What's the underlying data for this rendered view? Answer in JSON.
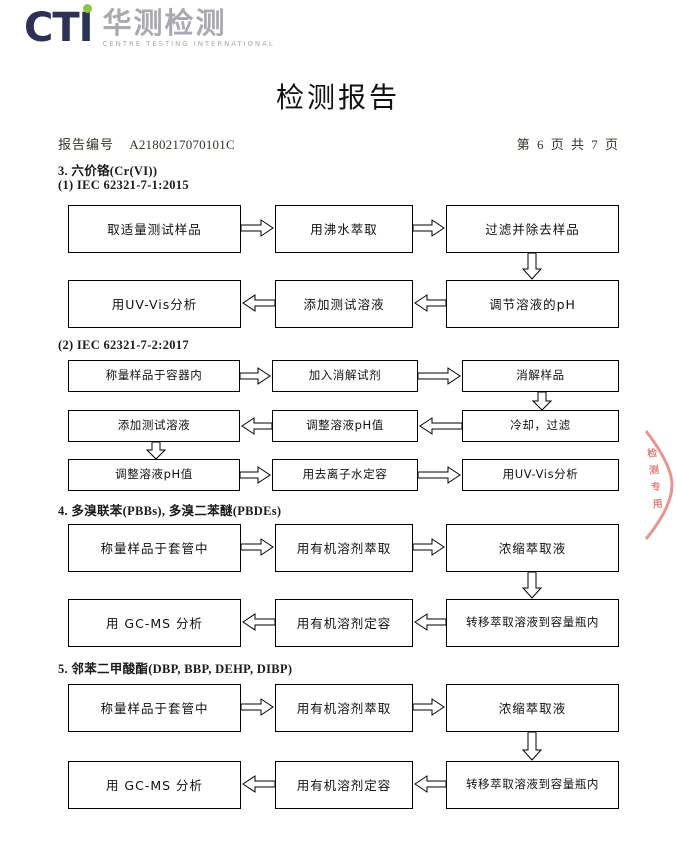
{
  "logo": {
    "latin": "CTI",
    "chinese": "华测检测",
    "english": "CENTRE TESTING INTERNATIONAL",
    "navy": "#2b3255",
    "green": "#8cc63e",
    "gray": "#a9a9b0"
  },
  "document": {
    "title": "检测报告",
    "report_label": "报告编号",
    "report_number": "A2180217070101C",
    "page_indicator": "第 6 页  共 7 页"
  },
  "seal": {
    "characters": "检测专用"
  },
  "sections": [
    {
      "id": "sec3",
      "heading": "3. 六价铬(Cr(VI))",
      "subheading": "(1) IEC 62321-7-1:2015",
      "boxes": [
        "取适量测试样品",
        "用沸水萃取",
        "过滤并除去样品",
        "调节溶液的pH",
        "添加测试溶液",
        "用UV-Vis分析"
      ]
    },
    {
      "id": "sec3b",
      "heading": "",
      "subheading": "(2) IEC 62321-7-2:2017",
      "boxes": [
        "称量样品于容器内",
        "加入消解试剂",
        "消解样品",
        "冷却，过滤",
        "调整溶液pH值",
        "添加测试溶液",
        "调整溶液pH值",
        "用去离子水定容",
        "用UV-Vis分析"
      ]
    },
    {
      "id": "sec4",
      "heading": "4. 多溴联苯(PBBs), 多溴二苯醚(PBDEs)",
      "subheading": "",
      "boxes": [
        "称量样品于套管中",
        "用有机溶剂萃取",
        "浓缩萃取液",
        "转移萃取溶液到容量瓶内",
        "用有机溶剂定容",
        "用 GC-MS 分析"
      ]
    },
    {
      "id": "sec5",
      "heading": "5. 邻苯二甲酸酯(DBP, BBP, DEHP, DIBP)",
      "subheading": "",
      "boxes": [
        "称量样品于套管中",
        "用有机溶剂萃取",
        "浓缩萃取液",
        "转移萃取溶液到容量瓶内",
        "用有机溶剂定容",
        "用 GC-MS 分析"
      ]
    }
  ]
}
